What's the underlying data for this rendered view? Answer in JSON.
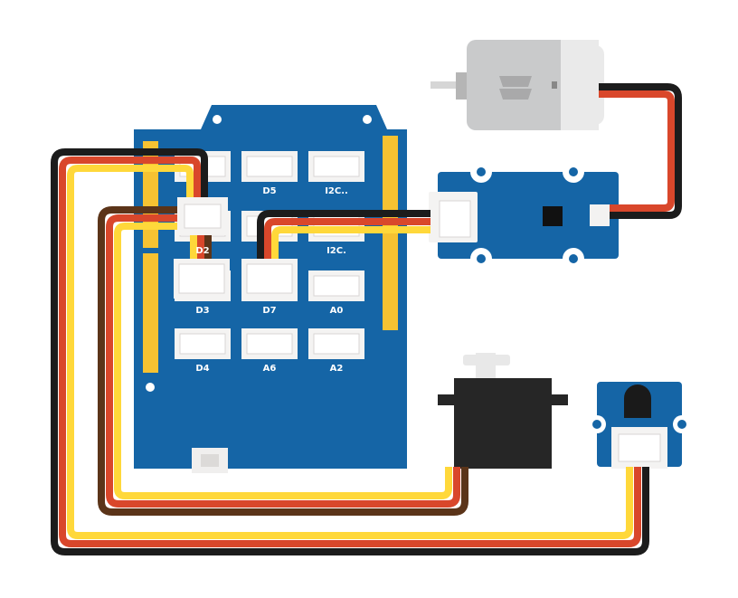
{
  "colors": {
    "board": "#1565a6",
    "board_shadow": "#0e4f86",
    "header_strip": "#f6c232",
    "connector": "#ffffff",
    "connector_inner": "#e6e3e0",
    "wire_black": "#1c1c1c",
    "wire_red": "#d9472b",
    "wire_yellow": "#ffd83a",
    "wire_brown": "#5b3419",
    "wire_orange": "#ef8a2d",
    "servo_body": "#262626",
    "motor_body": "#c9cacb"
  },
  "base_shield": {
    "ports": [
      {
        "id": "top-left-hidden",
        "label": ""
      },
      {
        "id": "d5",
        "label": "D5"
      },
      {
        "id": "i2c-1",
        "label": "I2C.."
      },
      {
        "id": "d2",
        "label": "D2"
      },
      {
        "id": "mid-hidden",
        "label": ""
      },
      {
        "id": "i2c-2",
        "label": "I2C."
      },
      {
        "id": "d3",
        "label": "D3"
      },
      {
        "id": "d7",
        "label": "D7"
      },
      {
        "id": "a0",
        "label": "A0"
      },
      {
        "id": "d4",
        "label": "D4"
      },
      {
        "id": "a6",
        "label": "A6"
      },
      {
        "id": "a2",
        "label": "A2"
      }
    ]
  },
  "modules": {
    "motor_driver": {
      "icon": "motor-driver-board-icon"
    },
    "dc_motor": {
      "icon": "dc-motor-icon"
    },
    "servo": {
      "icon": "servo-motor-icon"
    },
    "sensor": {
      "icon": "sensor-module-icon"
    }
  }
}
